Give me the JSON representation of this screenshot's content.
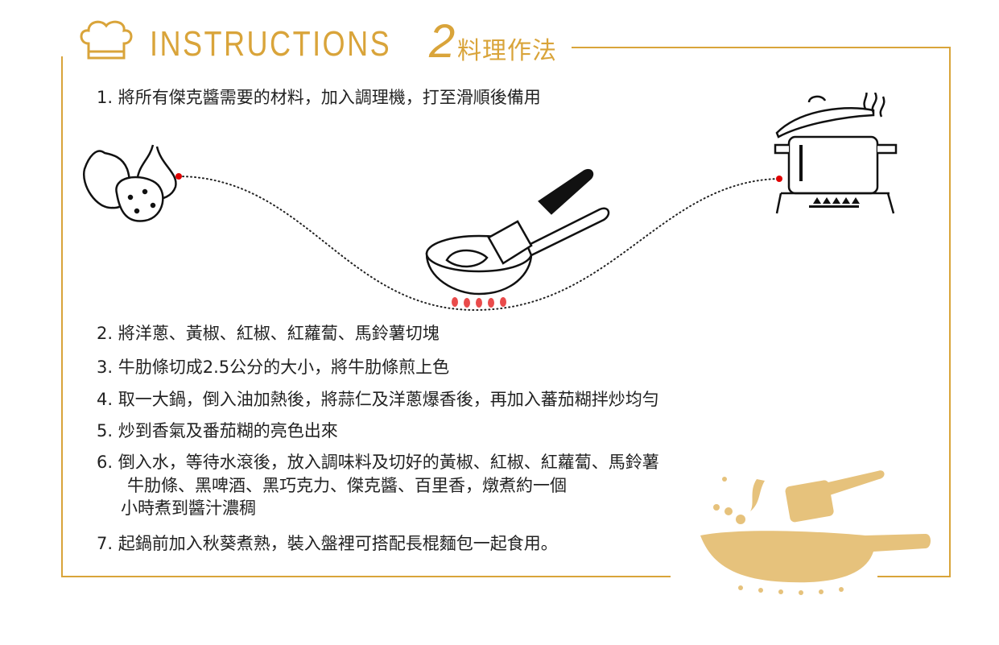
{
  "header": {
    "title_en": "INSTRUCTIONS",
    "step_number": "2",
    "title_zh": "料理作法"
  },
  "colors": {
    "accent": "#d9a43a",
    "pan_fill": "#e6c27c",
    "flame": "#e94b4b",
    "dot": "#e00000"
  },
  "steps": [
    "1. 將所有傑克醬需要的材料，加入調理機，打至滑順後備用",
    "2. 將洋蔥、黃椒、紅椒、紅蘿蔔、馬鈴薯切塊",
    "3. 牛肋條切成2.5公分的大小，將牛肋條煎上色",
    "4. 取一大鍋，倒入油加熱後，將蒜仁及洋蔥爆香後，再加入蕃茄糊拌炒均勻",
    "5. 炒到香氣及番茄糊的亮色出來",
    "6. 倒入水，等待水滾後，放入調味料及切好的黃椒、紅椒、紅蘿蔔、馬鈴薯",
    "牛肋條、黑啤酒、黑巧克力、傑克醬、百里香，燉煮約一個",
    "小時煮到醬汁濃稠",
    "7. 起鍋前加入秋葵煮熟，裝入盤裡可搭配長棍麵包一起食用。"
  ]
}
